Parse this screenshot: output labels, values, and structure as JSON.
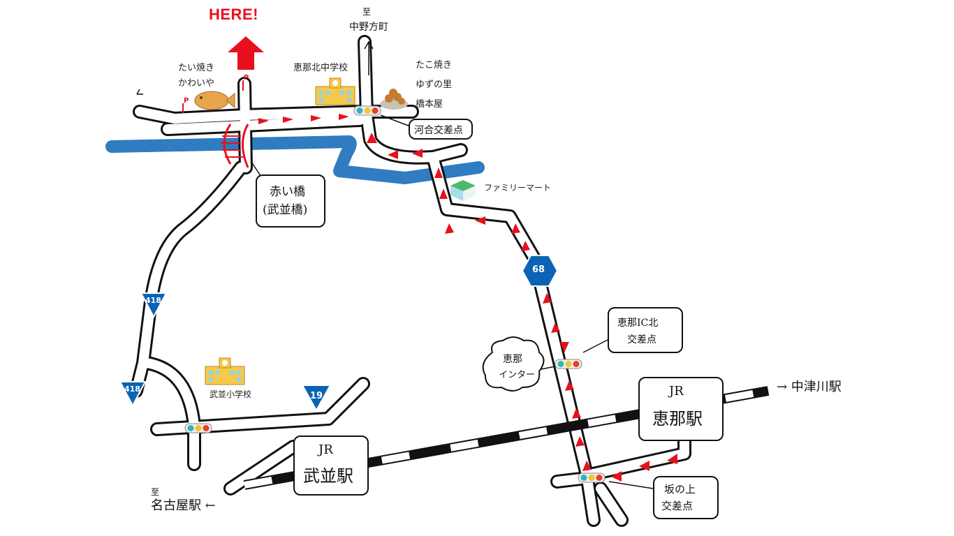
{
  "title": "HERE!",
  "landmarks": {
    "taiyaki": [
      "たい焼き",
      "かわいや"
    ],
    "takoyaki": [
      "たこ焼き",
      "ゆずの里",
      "橋本屋"
    ],
    "ena_kita_school": "恵那北中学校",
    "takenami_school": "武並小学校",
    "family_mart": "ファミリーマート"
  },
  "handwritten": {
    "kawai_intersection": "河合交差点",
    "red_bridge": [
      "赤い橋",
      "(武並橋)"
    ],
    "ena_ic_kita": [
      "恵那IC北",
      "交差点"
    ],
    "ena_interchange": [
      "恵那",
      "インター"
    ],
    "jr_ena_station": [
      "JR",
      "恵那駅"
    ],
    "jr_takenami_station": [
      "JR",
      "武並駅"
    ],
    "sakanoue_intersection": [
      "坂の上",
      "交差点"
    ]
  },
  "directions": {
    "nakano_hocho": [
      "至",
      "中野方町"
    ],
    "nakatsugawa": "→ 中津川駅",
    "nagoya": [
      "至",
      "名古屋駅 ←"
    ]
  },
  "routes": {
    "r68": "68",
    "r418_upper": "418",
    "r418_lower": "418",
    "r19": "19"
  },
  "parking": [
    "P",
    "P"
  ],
  "colors": {
    "route_marker": "#e8101c",
    "river": "#2f7cc1",
    "route_shield": "#0b63b3",
    "road_outline": "#111111"
  }
}
